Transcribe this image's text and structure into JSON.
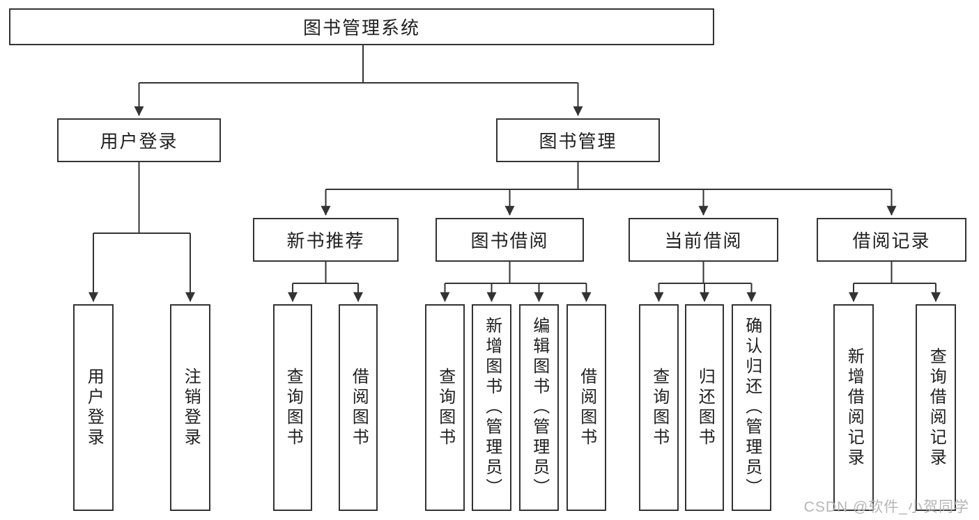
{
  "colors": {
    "line": "#333333",
    "box_border": "#333333",
    "box_background": "#ffffff",
    "text": "#1f1f1f",
    "watermark": "#b2b2b2",
    "background": "#ffffff"
  },
  "tree": {
    "label": "图书管理系统",
    "children": [
      {
        "label": "用户登录",
        "children": [
          {
            "label": "用户登录"
          },
          {
            "label": "注销登录"
          }
        ]
      },
      {
        "label": "图书管理",
        "children": [
          {
            "label": "新书推荐",
            "children": [
              {
                "label": "查询图书"
              },
              {
                "label": "借阅图书"
              }
            ]
          },
          {
            "label": "图书借阅",
            "children": [
              {
                "label": "查询图书"
              },
              {
                "label": "新增图书（管理员）"
              },
              {
                "label": "编辑图书（管理员）"
              },
              {
                "label": "借阅图书"
              }
            ]
          },
          {
            "label": "当前借阅",
            "children": [
              {
                "label": "查询图书"
              },
              {
                "label": "归还图书"
              },
              {
                "label": "确认归还（管理员）"
              }
            ]
          },
          {
            "label": "借阅记录",
            "children": [
              {
                "label": "新增借阅记录"
              },
              {
                "label": "查询借阅记录"
              }
            ]
          }
        ]
      }
    ]
  },
  "watermark": {
    "text": "CSDN @软件_小贺同学"
  }
}
